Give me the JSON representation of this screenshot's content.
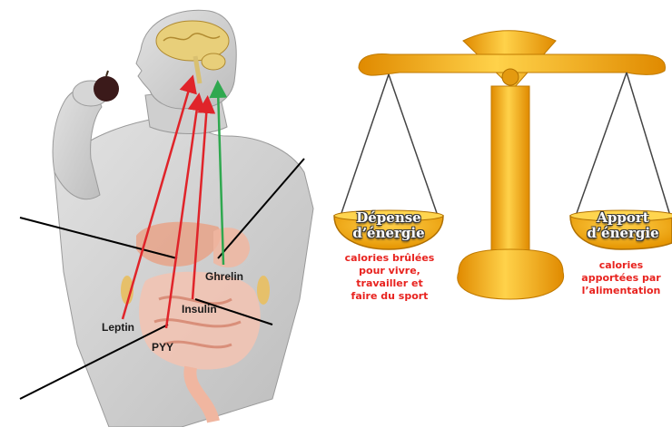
{
  "hormones": {
    "leptin": "Leptin",
    "pyy": "PYY",
    "insulin": "Insulin",
    "ghrelin": "Ghrelin"
  },
  "balance": {
    "left": {
      "title_line1": "Dépense",
      "title_line2": "d’énergie",
      "desc_line1": "calories brûlées",
      "desc_line2": "pour vivre,",
      "desc_line3": "travailler et",
      "desc_line4": "faire du sport"
    },
    "right": {
      "title_line1": "Apport",
      "title_line2": "d’énergie",
      "desc_line1": "calories",
      "desc_line2": "apportées par",
      "desc_line3": "l’alimentation"
    }
  },
  "colors": {
    "appetite_suppressing_arrows": "#e0242a",
    "appetite_stimulating_arrow": "#2fa84f",
    "scale_gold": "#f2a51a",
    "pan_text": "#e8231f"
  }
}
